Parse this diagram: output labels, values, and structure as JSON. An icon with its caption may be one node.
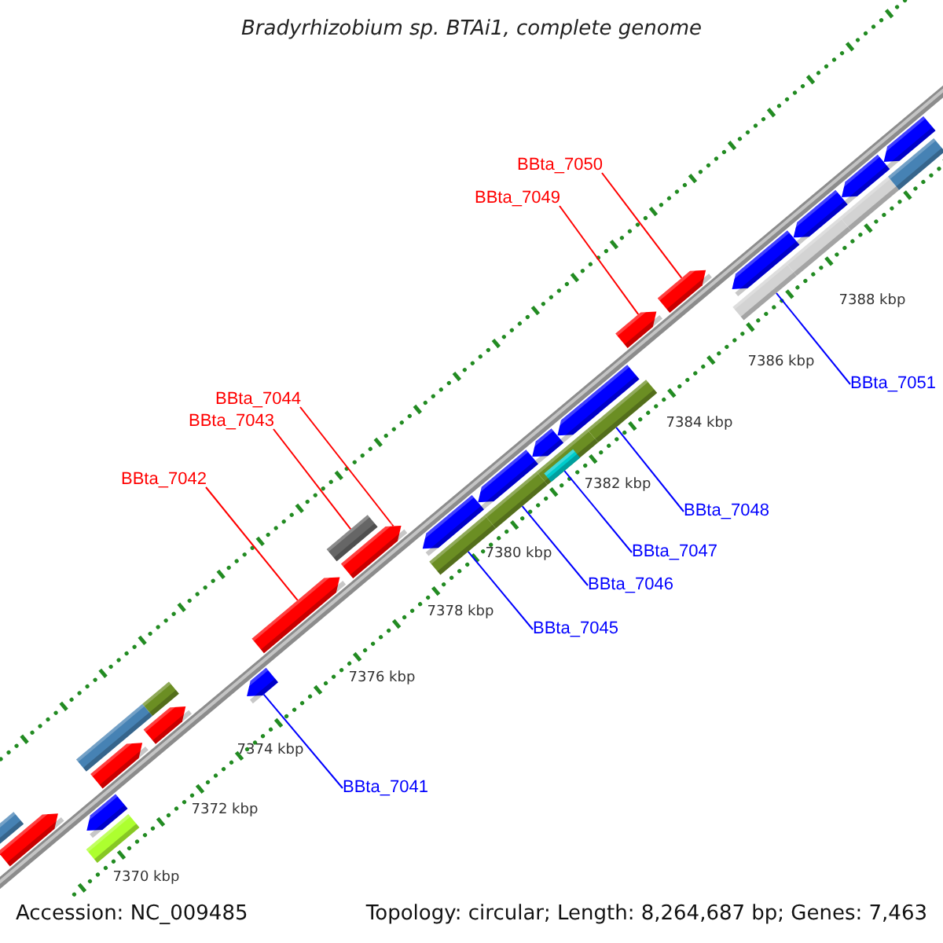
{
  "diagram": {
    "title": "Bradyrhizobium sp. BTAi1, complete genome",
    "nodes": [
      {
        "text": [
          "BBta_7050"
        ]
      },
      {
        "text": [
          "BBta_7049"
        ]
      },
      {
        "text": [
          "BBta_7051"
        ]
      },
      {
        "text": [
          "BBta_7044"
        ]
      },
      {
        "text": [
          "BBta_7043"
        ]
      },
      {
        "text": [
          "BBta_7042"
        ]
      },
      {
        "text": [
          "BBta_7048"
        ]
      },
      {
        "text": [
          "BBta_7047"
        ]
      },
      {
        "text": [
          "BBta_7046"
        ]
      },
      {
        "text": [
          "BBta_7045"
        ]
      },
      {
        "text": [
          "BBta_7041"
        ]
      },
      {
        "text": [],
        "shape": "pentagon"
      },
      {
        "text": [],
        "shape": "pentagon"
      },
      {
        "text": [],
        "shape": "pentagon"
      },
      {
        "text": [],
        "shape": "pentagon"
      },
      {
        "text": [],
        "shape": "pentagon"
      },
      {
        "text": [],
        "shape": "pentagon"
      },
      {
        "text": [],
        "shape": "pentagon"
      },
      {
        "text": [],
        "shape": "bar"
      },
      {
        "text": [],
        "shape": "bar"
      },
      {
        "text": [],
        "shape": "bar"
      },
      {
        "text": [],
        "shape": "bar"
      },
      {
        "text": [],
        "shape": "pentagon"
      },
      {
        "text": [],
        "shape": "pentagon"
      },
      {
        "text": [],
        "shape": "pentagon"
      },
      {
        "text": [],
        "shape": "pentagon"
      },
      {
        "text": [],
        "shape": "pentagon"
      },
      {
        "text": [],
        "shape": "pentagon"
      },
      {
        "text": [],
        "shape": "pentagon"
      },
      {
        "text": [],
        "shape": "pentagon"
      },
      {
        "text": [],
        "shape": "pentagon"
      },
      {
        "text": [],
        "shape": "pentagon"
      },
      {
        "text": [],
        "shape": "bar"
      },
      {
        "text": [],
        "shape": "bar"
      },
      {
        "text": [],
        "shape": "bar"
      },
      {
        "text": [],
        "shape": "bar"
      },
      {
        "text": [],
        "shape": "bar"
      },
      {
        "text": [],
        "shape": "bar",
        "in": 35
      },
      {
        "text": [],
        "shape": "bar"
      },
      {
        "text": [],
        "shape": "bar"
      },
      {
        "text": [],
        "shape": "bar"
      },
      {
        "text": [],
        "shape": "bar"
      }
    ],
    "edges": [
      {
        "from": 0,
        "to": 17,
        "arrow": "none",
        "color": "#ff0000"
      },
      {
        "from": 1,
        "to": 16,
        "arrow": "none",
        "color": "#ff0000"
      },
      {
        "from": 2,
        "to": 38,
        "arrow": "none"
      },
      {
        "from": 3,
        "to": 15,
        "arrow": "none",
        "color": "#ff0000"
      },
      {
        "from": 4,
        "to": 21,
        "arrow": "none",
        "color": "#ff0000"
      },
      {
        "from": 5,
        "to": 14,
        "arrow": "none",
        "color": "#ff0000"
      },
      {
        "from": 6,
        "to": 36,
        "arrow": "none"
      },
      {
        "from": 7,
        "to": 37,
        "arrow": "none"
      },
      {
        "from": 8,
        "to": 34,
        "arrow": "none"
      },
      {
        "from": 9,
        "to": 33,
        "arrow": "none"
      },
      {
        "from": 10,
        "to": 23,
        "arrow": "none"
      }
    ],
    "labels": [
      "7388 kbp",
      "7386 kbp",
      "7384 kbp",
      "7382 kbp",
      "7380 kbp",
      "7378 kbp",
      "7376 kbp",
      "7374 kbp",
      "7372 kbp",
      "7370 kbp",
      "Accession: NC_009485",
      "Topology: circular; Length: 8,264,687 bp; Genes: 7,463"
    ]
  }
}
